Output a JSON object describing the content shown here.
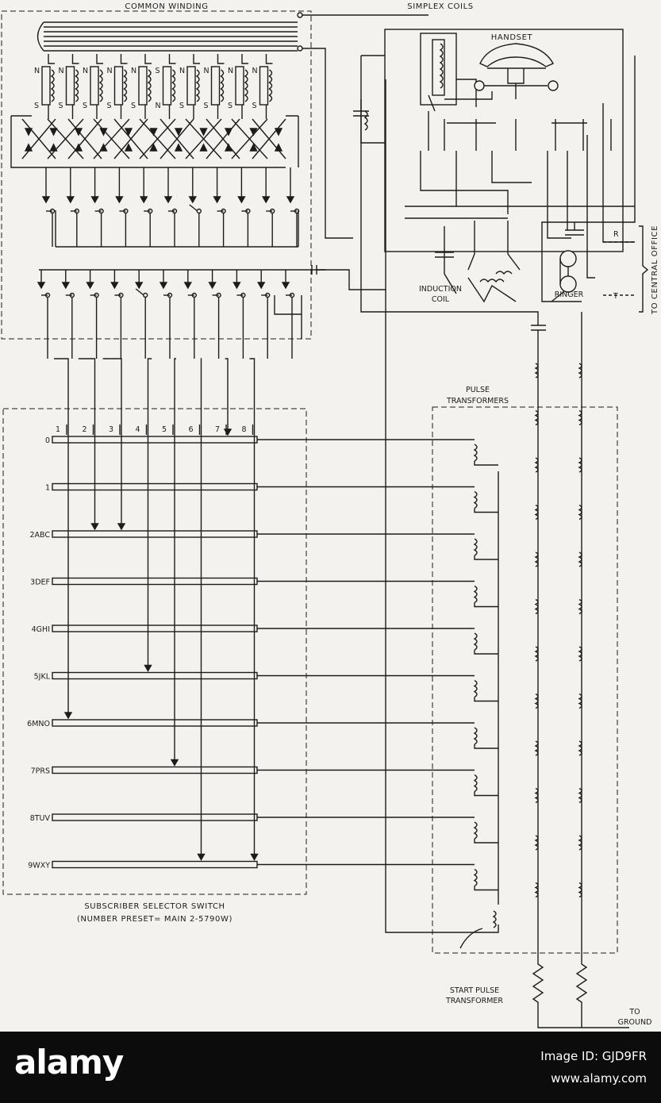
{
  "labels": {
    "common_winding": "COMMON WINDING",
    "simplex_coils": "SIMPLEX COILS",
    "handset": "HANDSET",
    "induction_coil_1": "INDUCTION",
    "induction_coil_2": "COIL",
    "ringer": "RINGER",
    "r": "R",
    "t": "T",
    "to_central_office": "TO CENTRAL OFFICE",
    "pulse_transformers_1": "PULSE",
    "pulse_transformers_2": "TRANSFORMERS",
    "start_pulse_1": "START PULSE",
    "start_pulse_2": "TRANSFORMER",
    "to_ground_1": "TO",
    "to_ground_2": "GROUND",
    "switch_title_1": "SUBSCRIBER SELECTOR SWITCH",
    "switch_title_2": "(NUMBER PRESET= MAIN 2-5790W)"
  },
  "magnets": [
    {
      "top": "N",
      "bottom": "S"
    },
    {
      "top": "N",
      "bottom": "S"
    },
    {
      "top": "N",
      "bottom": "S"
    },
    {
      "top": "N",
      "bottom": "S"
    },
    {
      "top": "N",
      "bottom": "S"
    },
    {
      "top": "S",
      "bottom": "N"
    },
    {
      "top": "N",
      "bottom": "S"
    },
    {
      "top": "N",
      "bottom": "S"
    },
    {
      "top": "N",
      "bottom": "S"
    },
    {
      "top": "N",
      "bottom": "S"
    }
  ],
  "columns": [
    "1",
    "2",
    "3",
    "4",
    "5",
    "6",
    "7",
    "8"
  ],
  "rows": [
    "0",
    "1",
    "2ABC",
    "3DEF",
    "4GHI",
    "5JKL",
    "6MNO",
    "7PRS",
    "8TUV",
    "9WXY"
  ],
  "selections": [
    {
      "column": "1",
      "row": "6MNO"
    },
    {
      "column": "2",
      "row": "2ABC"
    },
    {
      "column": "3",
      "row": "2ABC"
    },
    {
      "column": "4",
      "row": "5JKL"
    },
    {
      "column": "5",
      "row": "7PRS"
    },
    {
      "column": "6",
      "row": "9WXY"
    },
    {
      "column": "7",
      "row": "0"
    },
    {
      "column": "8",
      "row": "9WXY"
    }
  ],
  "watermark": {
    "brand": "alamy",
    "image_id": "Image ID: GJD9FR",
    "url": "www.alamy.com"
  }
}
